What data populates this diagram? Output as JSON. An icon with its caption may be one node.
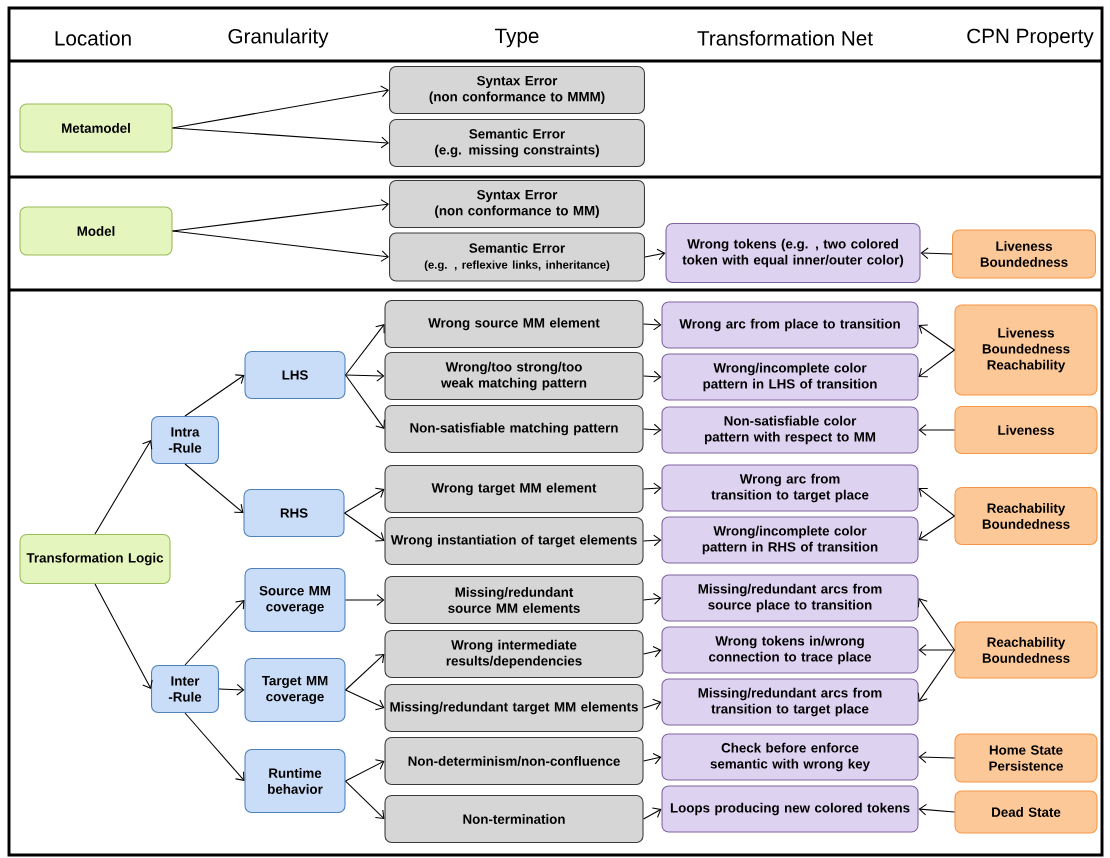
{
  "diagram": {
    "nodes": [
      {
        "text": [
          "Metamodel"
        ]
      },
      {
        "text": [
          "Syntax Error",
          "(non conformance to MMM)"
        ]
      },
      {
        "text": [
          "Semantic Error",
          "(e.g. missing constraints)"
        ]
      },
      {
        "text": [
          "Model"
        ]
      },
      {
        "text": [
          "Syntax Error",
          "(non conformance to MM)"
        ]
      },
      {
        "text": [
          "Semantic Error",
          "(e.g. , reflexive links, inheritance)"
        ]
      },
      {
        "text": [
          "Wrong tokens (e.g. , two colored token with equal inner/outer color)"
        ]
      },
      {
        "text": [
          "Liveness Boundedness"
        ]
      },
      {
        "text": [
          "Transformation Logic"
        ]
      },
      {
        "text": [
          "Intra -Rule"
        ]
      },
      {
        "text": [
          "LHS"
        ]
      },
      {
        "text": [
          "RHS"
        ]
      },
      {
        "text": [
          "Source MM coverage"
        ]
      },
      {
        "text": [
          "Inter -Rule"
        ]
      },
      {
        "text": [
          "Target MM coverage"
        ]
      },
      {
        "text": [
          "Runtime behavior"
        ]
      },
      {
        "text": [
          "Wrong source MM element"
        ]
      },
      {
        "text": [
          "Wrong/too strong/too weak matching pattern"
        ]
      },
      {
        "text": [
          "Non-satisfiable matching pattern"
        ]
      },
      {
        "text": [
          "Wrong target MM element"
        ]
      },
      {
        "text": [
          "Wrong instantiation of target elements"
        ]
      },
      {
        "text": [
          "Missing/redundant source MM elements"
        ]
      },
      {
        "text": [
          "Wrong intermediate results/dependencies"
        ]
      },
      {
        "text": [
          "Missing/redundant target MM elements"
        ]
      },
      {
        "text": [
          "Non-determinism/non-confluence"
        ]
      },
      {
        "text": [
          "Non-termination"
        ]
      },
      {
        "text": [
          "Wrong arc from place to transition"
        ]
      },
      {
        "text": [
          "Wrong/incomplete color pattern in LHS of transition"
        ]
      },
      {
        "text": [
          "Non-satisfiable color pattern with respect to MM"
        ]
      },
      {
        "text": [
          "Wrong arc from transition to target place"
        ]
      },
      {
        "text": [
          "Wrong/incomplete color pattern in RHS of transition"
        ]
      },
      {
        "text": [
          "Missing/redundant arcs from source place to transition"
        ]
      },
      {
        "text": [
          "Wrong tokens in/wrong connection to trace place"
        ]
      },
      {
        "text": [
          "Missing/redundant arcs from transition to target place"
        ]
      },
      {
        "text": [
          "Check before enforce semantic with wrong key"
        ]
      },
      {
        "text": [
          "Loops producing new colored tokens"
        ]
      },
      {
        "text": [
          "Liveness Boundedness Reachability"
        ]
      },
      {
        "text": [
          "Liveness"
        ]
      },
      {
        "text": [
          "Reachability Boundedness"
        ]
      },
      {
        "text": [
          "Reachability Boundedness"
        ]
      },
      {
        "text": [
          "Home State Persistence"
        ]
      },
      {
        "text": [
          "Dead State"
        ]
      }
    ],
    "edges": [
      {
        "from": 0,
        "to": 1,
        "arrow": "to"
      },
      {
        "from": 0,
        "to": 2,
        "arrow": "to"
      },
      {
        "from": 3,
        "to": 4,
        "arrow": "to"
      },
      {
        "from": 3,
        "to": 5,
        "arrow": "to"
      },
      {
        "from": 5,
        "to": 6,
        "arrow": "to"
      },
      {
        "from": 7,
        "to": 6,
        "arrow": "to"
      },
      {
        "from": 8,
        "to": 9,
        "arrow": "to"
      },
      {
        "from": 8,
        "to": 13,
        "arrow": "to"
      },
      {
        "from": 9,
        "to": 10,
        "arrow": "to"
      },
      {
        "from": 9,
        "to": 11,
        "arrow": "to"
      },
      {
        "from": 10,
        "to": 16,
        "arrow": "to"
      },
      {
        "from": 10,
        "to": 17,
        "arrow": "to"
      },
      {
        "from": 10,
        "to": 18,
        "arrow": "to"
      },
      {
        "from": 11,
        "to": 19,
        "arrow": "to"
      },
      {
        "from": 11,
        "to": 20,
        "arrow": "to"
      },
      {
        "from": 13,
        "to": 12,
        "arrow": "to"
      },
      {
        "from": 13,
        "to": 14,
        "arrow": "to"
      },
      {
        "from": 13,
        "to": 15,
        "arrow": "to"
      },
      {
        "from": 12,
        "to": 21,
        "arrow": "to"
      },
      {
        "from": 14,
        "to": 22,
        "arrow": "to"
      },
      {
        "from": 14,
        "to": 23,
        "arrow": "to"
      },
      {
        "from": 15,
        "to": 24,
        "arrow": "to"
      },
      {
        "from": 15,
        "to": 25,
        "arrow": "to"
      },
      {
        "from": 16,
        "to": 26,
        "arrow": "to"
      },
      {
        "from": 17,
        "to": 27,
        "arrow": "to"
      },
      {
        "from": 18,
        "to": 28,
        "arrow": "to"
      },
      {
        "from": 19,
        "to": 29,
        "arrow": "to"
      },
      {
        "from": 20,
        "to": 30,
        "arrow": "to"
      },
      {
        "from": 21,
        "to": 31,
        "arrow": "to"
      },
      {
        "from": 22,
        "to": 32,
        "arrow": "to"
      },
      {
        "from": 23,
        "to": 33,
        "arrow": "to"
      },
      {
        "from": 24,
        "to": 34,
        "arrow": "to"
      },
      {
        "from": 25,
        "to": 35,
        "arrow": "to"
      },
      {
        "from": 36,
        "to": 26,
        "arrow": "to"
      },
      {
        "from": 36,
        "to": 27,
        "arrow": "to"
      },
      {
        "from": 37,
        "to": 28,
        "arrow": "to"
      },
      {
        "from": 38,
        "to": 29,
        "arrow": "to"
      },
      {
        "from": 38,
        "to": 30,
        "arrow": "to"
      },
      {
        "from": 39,
        "to": 31,
        "arrow": "to"
      },
      {
        "from": 39,
        "to": 32,
        "arrow": "to"
      },
      {
        "from": 39,
        "to": 33,
        "arrow": "to"
      },
      {
        "from": 40,
        "to": 34,
        "arrow": "to"
      },
      {
        "from": 41,
        "to": 35,
        "arrow": "to"
      }
    ],
    "labels": [
      "Location",
      "Granularity",
      "Type",
      "Transformation Net",
      "CPN Property"
    ]
  }
}
